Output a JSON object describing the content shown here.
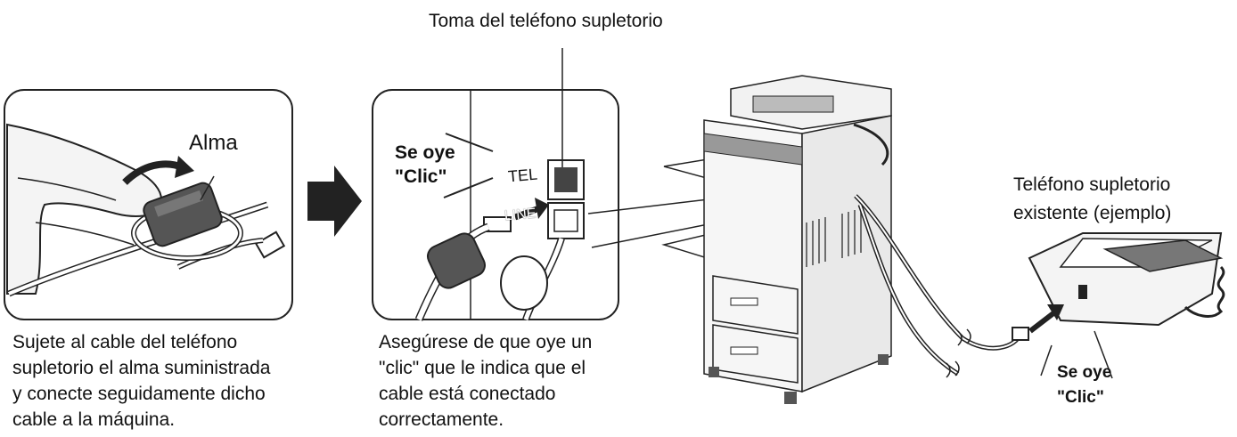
{
  "panel1": {
    "label_core": "Alma",
    "caption": [
      "Sujete al cable del teléfono",
      "supletorio el alma suministrada",
      "y conecte seguidamente dicho",
      "cable a la máquina."
    ]
  },
  "panel2": {
    "top_label": "Toma del teléfono supletorio",
    "click_line1": "Se oye",
    "click_line2": "\"Clic\"",
    "jack_tel": "TEL",
    "jack_line": "LINE",
    "caption": [
      "Asegúrese de que oye un",
      "\"clic\" que le indica que el",
      "cable está conectado",
      "correctamente."
    ]
  },
  "machine": {
    "phone_label": [
      "Teléfono supletorio",
      "existente (ejemplo)"
    ],
    "click_line1": "Se oye",
    "click_line2": "\"Clic\""
  }
}
